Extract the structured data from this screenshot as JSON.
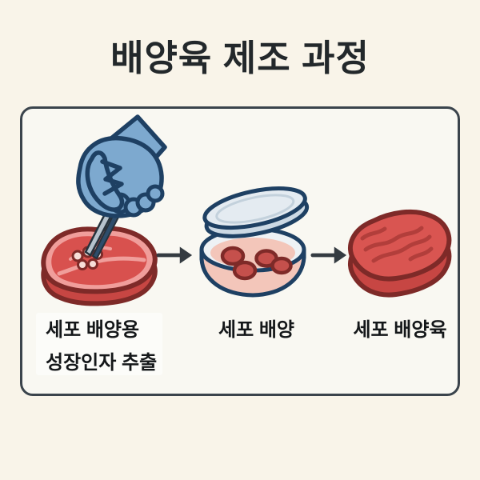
{
  "title": "배양육 제조 과정",
  "steps": [
    {
      "id": "extraction",
      "label_lines": [
        "세포 배양용",
        "성장인자 추출"
      ],
      "illustration": "gloved-hand-tweezers-extracting-cells-from-meat"
    },
    {
      "id": "culture",
      "label_lines": [
        "세포 배양"
      ],
      "illustration": "petri-dish-with-cultured-cells"
    },
    {
      "id": "cultured-meat",
      "label_lines": [
        "세포 배양육"
      ],
      "illustration": "cultured-meat-slab"
    }
  ],
  "arrows": [
    "→",
    "→"
  ],
  "colors": {
    "background": "#f9f4e9",
    "panel_background": "#f9f8f2",
    "panel_border": "#3b444c",
    "title_text": "#23282b",
    "label_text": "#141719",
    "arrow": "#343b41",
    "outline_navy": "#1e4063",
    "glove_blue": "#7da9cf",
    "meat_red": "#d8514e",
    "meat_fat_pink": "#f09e9b",
    "meat_side_red": "#c74643",
    "meat_outline": "#7e2a28",
    "medium_pink": "#f3c6ba",
    "cell_red": "#c5504c",
    "lid_blue_gray": "#e4ebf1"
  }
}
